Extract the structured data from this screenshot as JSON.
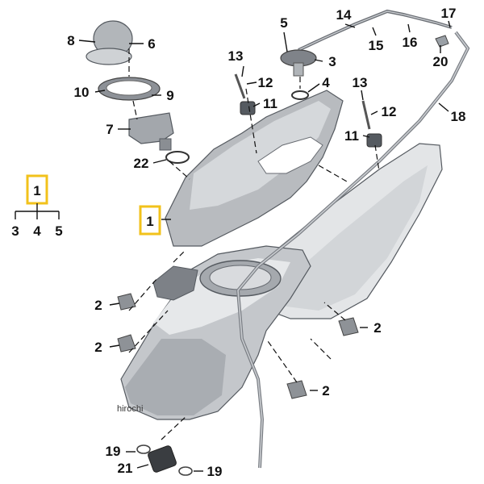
{
  "colors": {
    "highlight": "#f2c21b",
    "part_light": "#dcdee0",
    "part_mid": "#b9bcc0",
    "part_dark": "#8e9297",
    "line": "#111111"
  },
  "assembly_tree": {
    "root": "1",
    "children": [
      "3",
      "4",
      "5"
    ]
  },
  "main_callout": "1",
  "callouts": {
    "c8": "8",
    "c6": "6",
    "c10": "10",
    "c9": "9",
    "c7": "7",
    "c22": "22",
    "c13a": "13",
    "c12a": "12",
    "c11a": "11",
    "c5": "5",
    "c3": "3",
    "c4": "4",
    "c13b": "13",
    "c12b": "12",
    "c11b": "11",
    "c14": "14",
    "c15": "15",
    "c16": "16",
    "c17": "17",
    "c20": "20",
    "c18": "18",
    "c2a": "2",
    "c2b": "2",
    "c2c": "2",
    "c2d": "2",
    "c19a": "19",
    "c21": "21",
    "c19b": "19"
  },
  "watermark": "hirochi"
}
